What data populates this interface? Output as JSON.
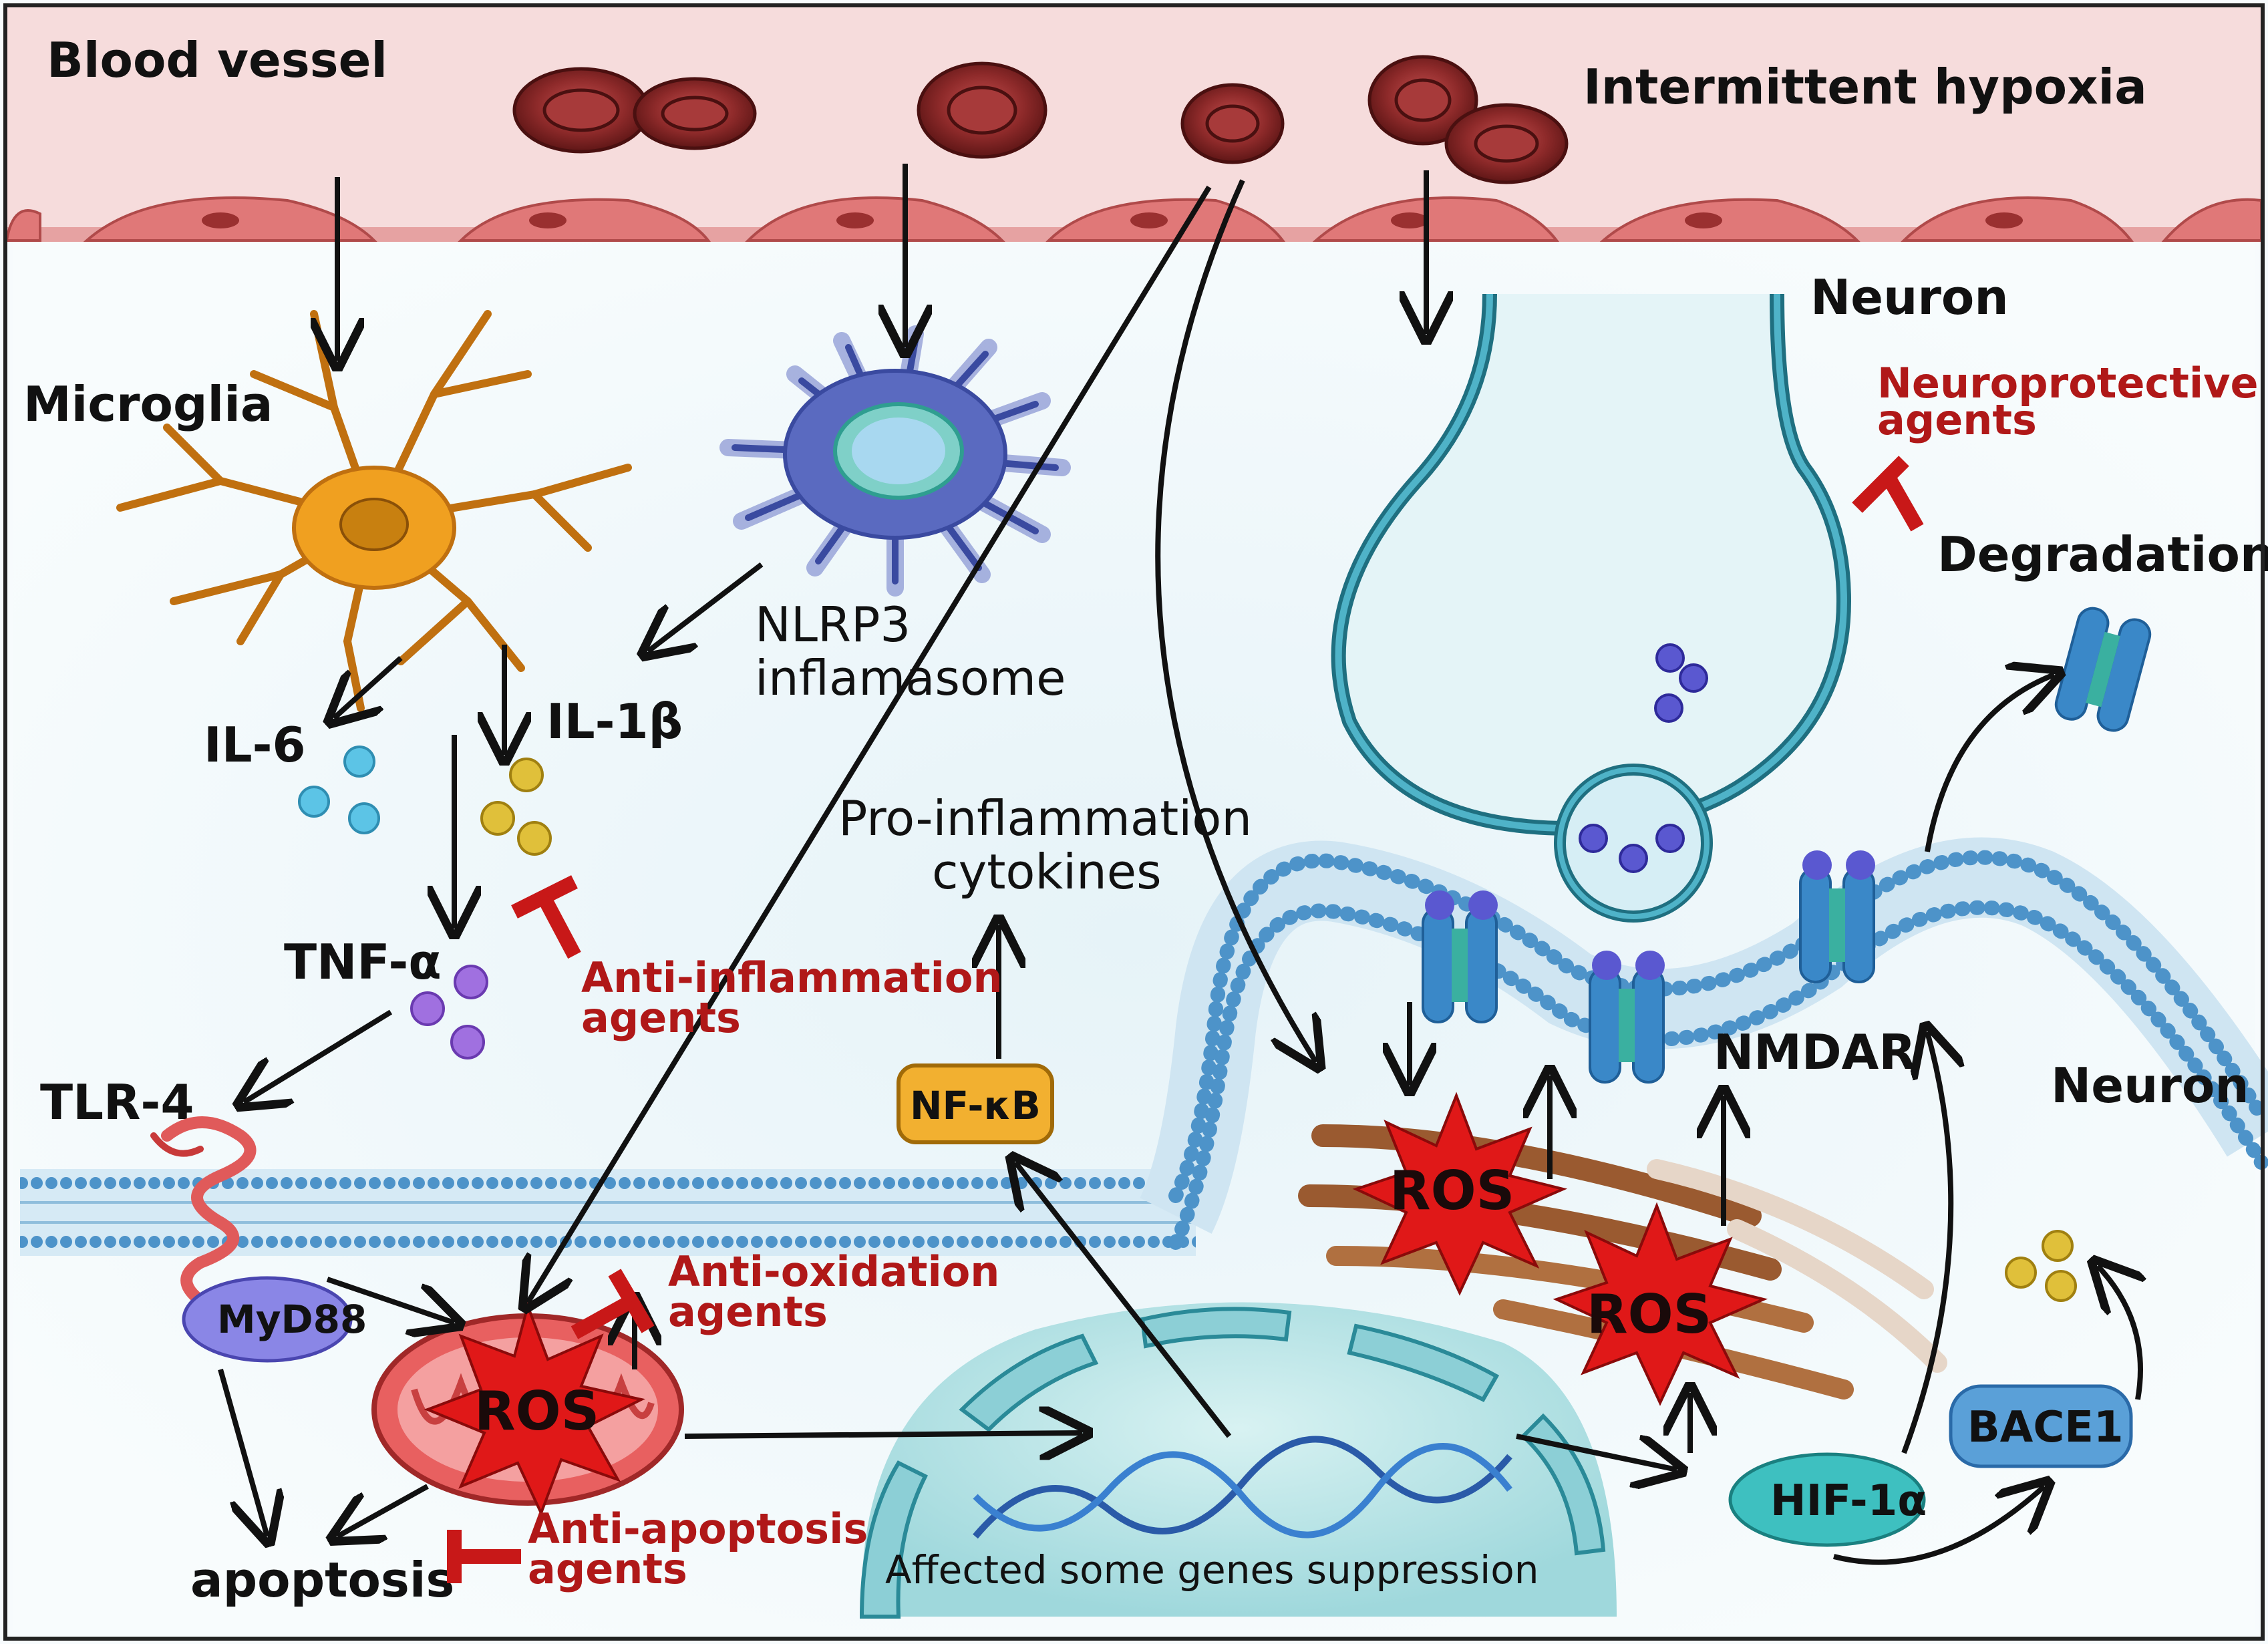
{
  "labels": {
    "blood_vessel": "Blood vessel",
    "intermittent_hypoxia": "Intermittent hypoxia",
    "microglia": "Microglia",
    "nlrp3_line1": "NLRP3",
    "nlrp3_line2": "inflamasome",
    "il6": "IL-6",
    "il1b": "IL-1β",
    "tnfa": "TNF-α",
    "tlr4": "TLR-4",
    "myd88": "MyD88",
    "apoptosis": "apoptosis",
    "pro_inflam_line1": "Pro-inflammation",
    "pro_inflam_line2": "cytokines",
    "nfkb": "NF-κB",
    "neuron_top": "Neuron",
    "neuron_right": "Neuron",
    "degradation": "Degradation",
    "nmdar": "NMDAR",
    "hif1a": "HIF-1α",
    "bace1": "BACE1",
    "gene_suppression": "Affected some genes suppression",
    "ros_mito": "ROS",
    "ros_er1": "ROS",
    "ros_er2": "ROS"
  },
  "agents": {
    "neuroprotective_line1": "Neuroprotective",
    "neuroprotective_line2": "agents",
    "anti_inflammation_line1": "Anti-inflammation",
    "anti_inflammation_line2": "agents",
    "anti_oxidation_line1": "Anti-oxidation",
    "anti_oxidation_line2": "agents",
    "anti_apoptosis_line1": "Anti-apoptosis",
    "anti_apoptosis_line2": "agents"
  },
  "colors": {
    "agent_red": "#b01818",
    "vessel_pink": "#f6dcdc",
    "rbc": "#8e2a2a",
    "microglia": "#f0a020",
    "membrane": "#3f86bf",
    "neuron_teal": "#2f8ea6"
  }
}
